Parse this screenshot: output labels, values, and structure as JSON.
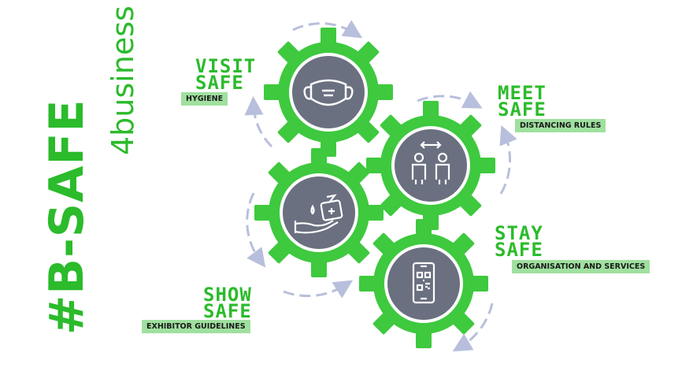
{
  "brand": {
    "main": "#B-SAFE",
    "sub": "4business"
  },
  "labels": {
    "visit": {
      "line1": "VISIT",
      "line2": "SAFE",
      "tag": "HYGIENE"
    },
    "meet": {
      "line1": "MEET",
      "line2": "SAFE",
      "tag": "DISTANCING RULES"
    },
    "stay": {
      "line1": "STAY",
      "line2": "SAFE",
      "tag": "ORGANISATION AND SERVICES"
    },
    "show": {
      "line1": "SHOW",
      "line2": "SAFE",
      "tag": "EXHIBITOR GUIDELINES"
    }
  },
  "icons": {
    "gear1": "face-mask-icon",
    "gear2": "social-distancing-icon",
    "gear3": "hand-sanitizer-icon",
    "gear4": "phone-qr-code-icon"
  },
  "colors": {
    "green": "#2bbb2b",
    "gear_green": "#3ec93e",
    "gear_face": "#6b7080",
    "tag_bg": "#9fe09f",
    "arrow": "#b8bfdc"
  }
}
